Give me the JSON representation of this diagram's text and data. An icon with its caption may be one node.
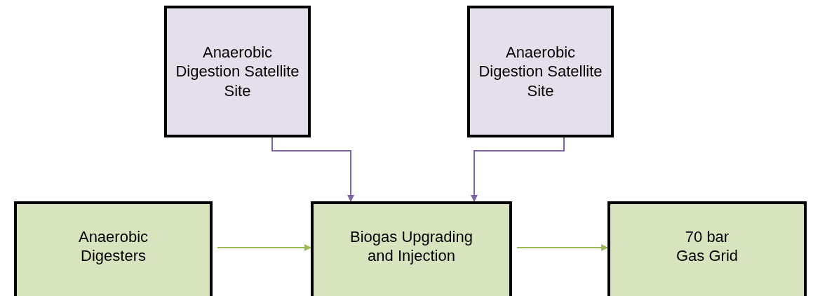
{
  "diagram": {
    "nodes": [
      {
        "text": [
          "Anaerobic Digestion Satellite Site"
        ]
      },
      {
        "text": [
          "Anaerobic Digestion Satellite Site"
        ]
      },
      {
        "text": [
          "Anaerobic Digesters"
        ]
      },
      {
        "text": [
          "Biogas Upgrading and Injection"
        ]
      },
      {
        "text": [
          "70 bar Gas Grid"
        ]
      }
    ],
    "edges": [
      {
        "from": 0,
        "to": 3,
        "arrow": "to",
        "color": "#8064a2"
      },
      {
        "from": 1,
        "to": 3,
        "arrow": "to",
        "color": "#8064a2"
      },
      {
        "from": 2,
        "to": 3,
        "arrow": "to",
        "color": "#9bbb59"
      },
      {
        "from": 3,
        "to": 4,
        "arrow": "to",
        "color": "#9bbb59"
      }
    ]
  }
}
